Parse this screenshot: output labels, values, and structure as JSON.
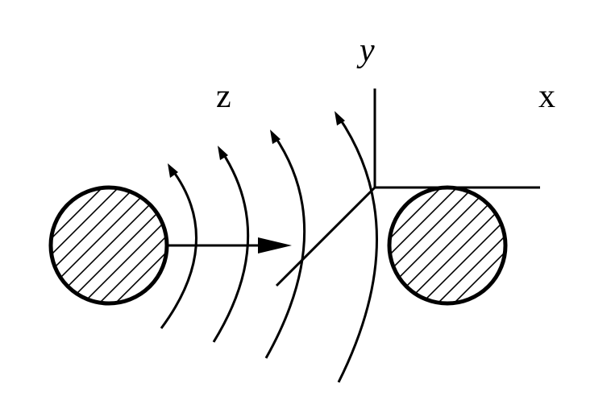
{
  "labels": {
    "y_axis": "y",
    "x_axis": "x",
    "z_axis": "z"
  },
  "colors": {
    "ink": "#000000",
    "background": "#ffffff"
  }
}
